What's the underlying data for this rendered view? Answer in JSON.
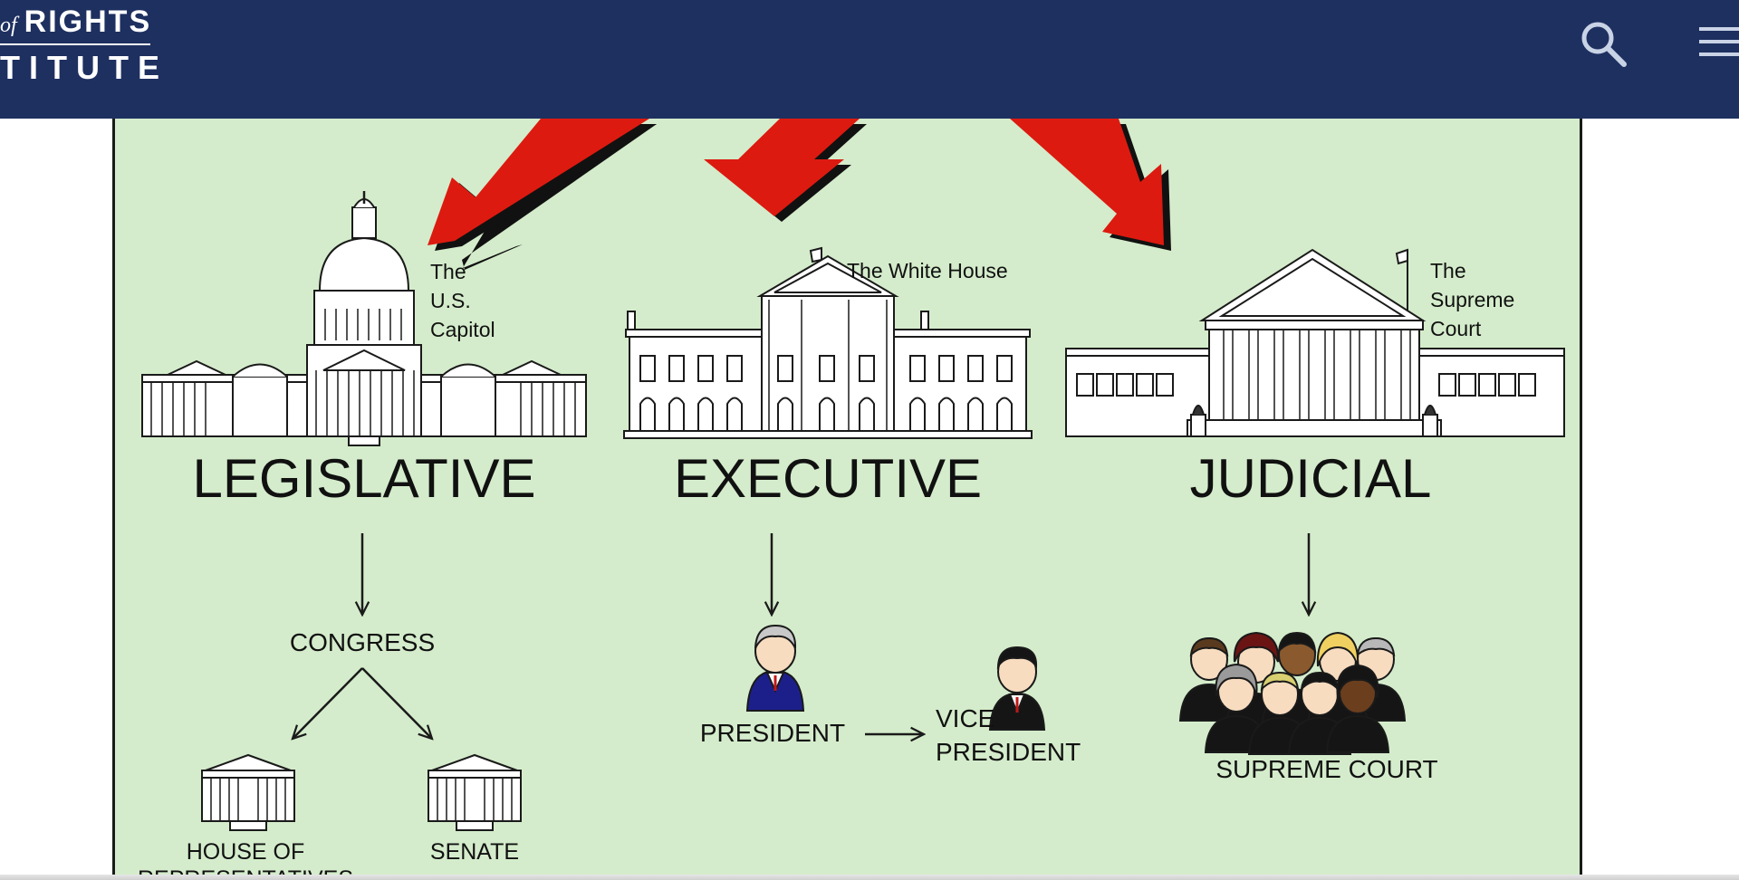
{
  "header": {
    "logo": {
      "line1_prefix": "of",
      "line1": "RIGHTS",
      "line2": "TITUTE"
    },
    "search_icon": "search-icon",
    "menu_icon": "hamburger-menu-icon",
    "background_color": "#1e3060"
  },
  "diagram": {
    "background_color": "#d4eccb",
    "arrow_color": "#dd1a10",
    "branches": [
      {
        "title": "LEGISLATIVE",
        "building_label": [
          "The",
          "U.S.",
          "Capitol"
        ],
        "body": "CONGRESS",
        "houses": [
          "HOUSE OF",
          "REPRESENTATIVES",
          "SENATE"
        ]
      },
      {
        "title": "EXECUTIVE",
        "building_label": [
          "The White House"
        ],
        "president": "PRESIDENT",
        "vice_president": [
          "VICE",
          "PRESIDENT"
        ]
      },
      {
        "title": "JUDICIAL",
        "building_label": [
          "The",
          "Supreme",
          "Court"
        ],
        "court": "SUPREME COURT"
      }
    ]
  }
}
